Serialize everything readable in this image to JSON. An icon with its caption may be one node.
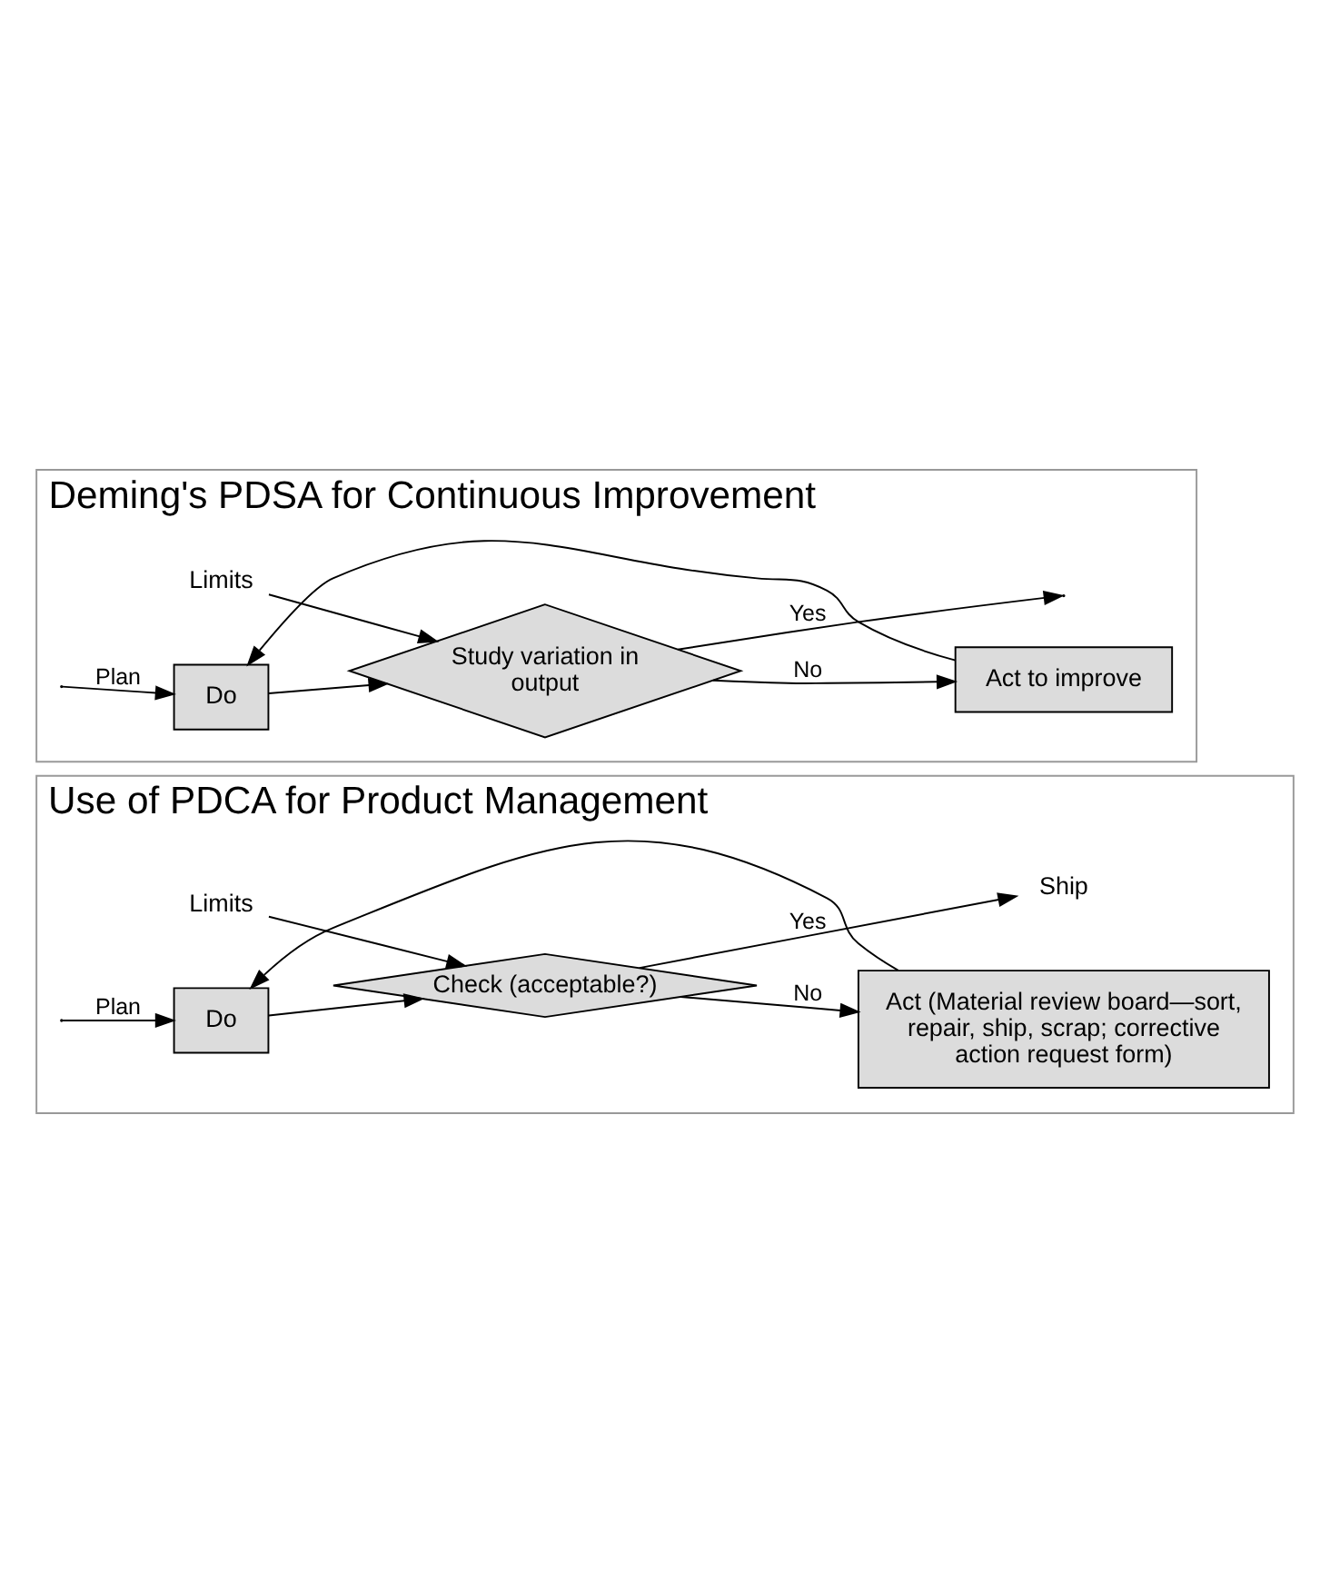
{
  "diagram": {
    "nodes": [
      {
        "text": [
          "Deming's PDSA for Continuous Improvement"
        ]
      },
      {
        "text": [
          "Limits"
        ],
        "in": 0
      },
      {
        "text": [
          "Do"
        ],
        "in": 0
      },
      {
        "text": [
          "Study variation in output"
        ],
        "in": 0
      },
      {
        "text": [
          "Act to improve"
        ],
        "in": 0
      },
      {
        "text": [
          "Use of PDCA for Product Management"
        ]
      },
      {
        "text": [
          "Limits"
        ],
        "in": 5
      },
      {
        "text": [
          "Do"
        ],
        "in": 5
      },
      {
        "text": [
          "Check (acceptable?)"
        ],
        "in": 5
      },
      {
        "text": [
          "Act (Material review board—sort, repair, ship, scrap; corrective action request form)"
        ],
        "in": 5
      },
      {
        "text": [
          "Ship"
        ],
        "in": 5
      }
    ],
    "edges": [
      {
        "from": null,
        "to": 2,
        "arrow": "to",
        "label": "Plan"
      },
      {
        "from": 1,
        "to": 3,
        "arrow": "to"
      },
      {
        "from": 2,
        "to": 3,
        "arrow": "to"
      },
      {
        "from": 3,
        "to": null,
        "arrow": "to",
        "label": "Yes"
      },
      {
        "from": 3,
        "to": 4,
        "arrow": "to",
        "label": "No"
      },
      {
        "from": 4,
        "to": 2,
        "arrow": "to"
      },
      {
        "from": null,
        "to": 7,
        "arrow": "to",
        "label": "Plan"
      },
      {
        "from": 6,
        "to": 8,
        "arrow": "to"
      },
      {
        "from": 7,
        "to": 8,
        "arrow": "to"
      },
      {
        "from": 8,
        "to": 10,
        "arrow": "to",
        "label": "Yes"
      },
      {
        "from": 8,
        "to": 9,
        "arrow": "to",
        "label": "No"
      },
      {
        "from": 9,
        "to": 7,
        "arrow": "to"
      }
    ]
  }
}
